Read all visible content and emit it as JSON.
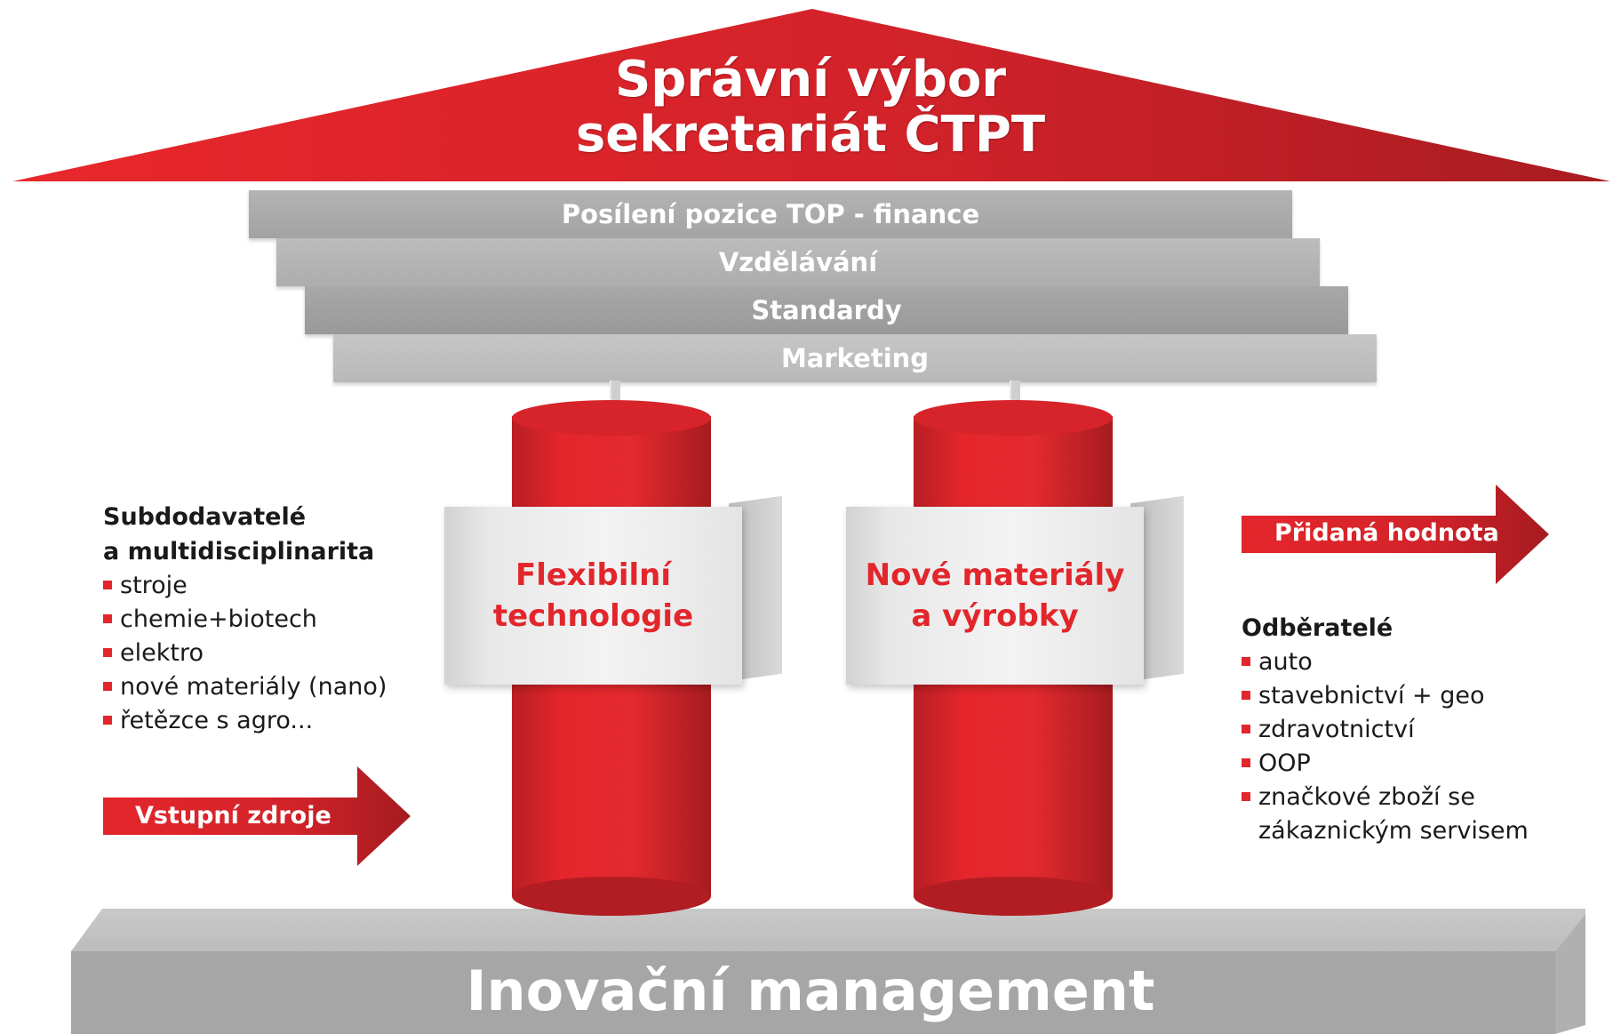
{
  "roof": {
    "title_line1": "Správní výbor",
    "title_line2": "sekretariát ČTPT"
  },
  "beams": [
    "Posílení pozice TOP - finance",
    "Vzdělávání",
    "Standardy",
    "Marketing"
  ],
  "pillars": [
    {
      "line1": "Flexibilní",
      "line2": "technologie"
    },
    {
      "line1": "Nové materiály",
      "line2": "a výrobky"
    }
  ],
  "suppliers": {
    "heading_line1": "Subdodavatelé",
    "heading_line2": "a multidisciplinarita",
    "items": [
      "stroje",
      "chemie+biotech",
      "elektro",
      "nové materiály (nano)",
      "řetězce s agro..."
    ]
  },
  "customers": {
    "heading": "Odběratelé",
    "items": [
      "auto",
      "stavebnictví + geo",
      "zdravotnictví",
      "OOP",
      "značkové zboží se"
    ],
    "item_continuation": "zákaznickým servisem"
  },
  "arrows": {
    "input": "Vstupní zdroje",
    "output": "Přidaná hodnota"
  },
  "base": {
    "label": "Inovační management"
  },
  "colors": {
    "brand_red": "#e2262b",
    "dark_red": "#9e1a1e",
    "gray": "#a6a6a6"
  }
}
